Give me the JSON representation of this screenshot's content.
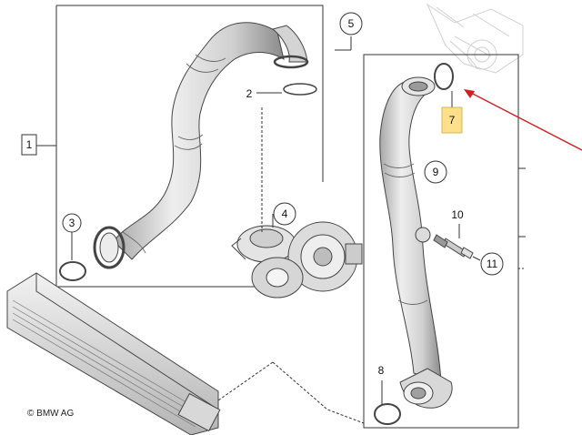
{
  "diagram": {
    "copyright": "© BMW AG",
    "callouts": [
      {
        "id": "1",
        "label": "1"
      },
      {
        "id": "2",
        "label": "2"
      },
      {
        "id": "3",
        "label": "3"
      },
      {
        "id": "4",
        "label": "4"
      },
      {
        "id": "5",
        "label": "5"
      },
      {
        "id": "7",
        "label": "7",
        "highlight": "#ffe08a"
      },
      {
        "id": "8",
        "label": "8"
      },
      {
        "id": "9",
        "label": "9"
      },
      {
        "id": "10",
        "label": "10"
      },
      {
        "id": "11",
        "label": "11"
      }
    ],
    "colors": {
      "line": "#333333",
      "part_light": "#e9e9e9",
      "part_mid": "#c9c9c9",
      "part_dark": "#8c8c8c",
      "arrow": "#d11f1f",
      "highlight": "#ffe08a"
    }
  }
}
